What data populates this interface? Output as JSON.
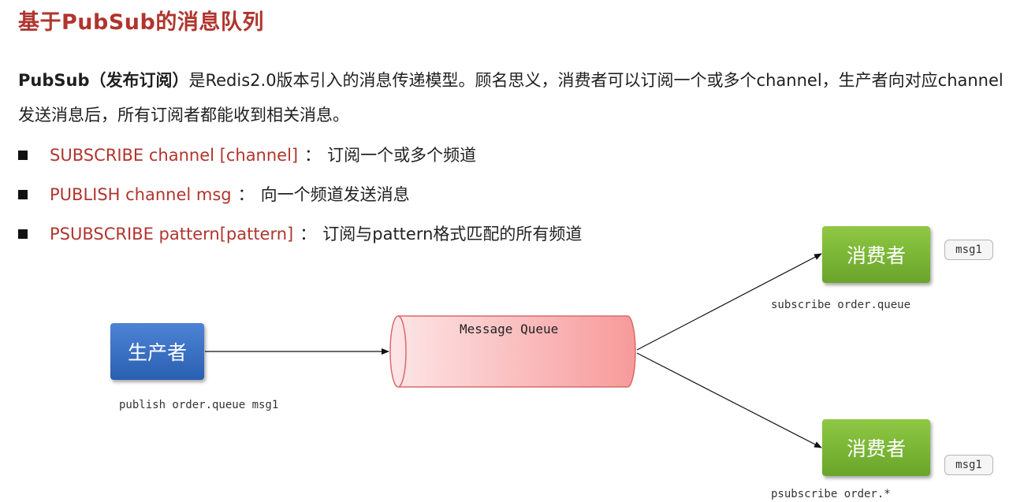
{
  "title": "基于PubSub的消息队列",
  "intro": {
    "strong": "PubSub（发布订阅）",
    "text": "是Redis2.0版本引入的消息传递模型。顾名思义，消费者可以订阅一个或多个channel，生产者向对应channel发送消息后，所有订阅者都能收到相关消息。"
  },
  "commands": [
    {
      "cmd": "SUBSCRIBE channel [channel]",
      "sep": "：",
      "desc": "订阅一个或多个频道"
    },
    {
      "cmd": "PUBLISH channel msg",
      "sep": "：",
      "desc": "向一个频道发送消息"
    },
    {
      "cmd": "PSUBSCRIBE pattern[pattern]",
      "sep": "：",
      "desc": "订阅与pattern格式匹配的所有频道"
    }
  ],
  "diagram": {
    "producer": "生产者",
    "consumer_top": "消费者",
    "consumer_bottom": "消费者",
    "queue": "Message Queue",
    "msg_top": "msg1",
    "msg_bottom": "msg1",
    "publish_cmd": "publish order.queue msg1",
    "subscribe_cmd": "subscribe order.queue",
    "psubscribe_cmd": "psubscribe order.*"
  },
  "colors": {
    "title": "#b0352e",
    "command": "#b0352e",
    "producer": "#3b72c4",
    "consumer": "#7cb737",
    "queue": "#f7a3a3"
  }
}
